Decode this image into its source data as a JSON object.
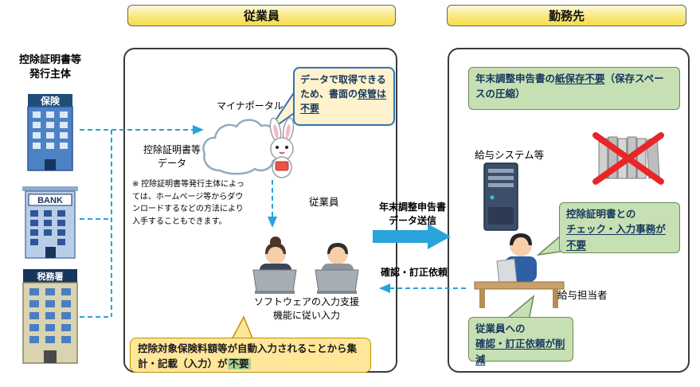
{
  "headers": {
    "employee": "従業員",
    "workplace": "勤務先"
  },
  "issuers": {
    "title_line1": "控除証明書等",
    "title_line2": "発行主体",
    "buildings": [
      {
        "label": "保険"
      },
      {
        "label": "BANK"
      },
      {
        "label": "税務署"
      }
    ]
  },
  "employee_panel": {
    "bubble_pre": "データで取得できるため、書面の",
    "bubble_underline": "保管は不要",
    "mynaportal_label": "マイナポータル",
    "cert_data_line1": "控除証明書等",
    "cert_data_line2": "データ",
    "note": "※ 控除証明書等発行主体によっては、ホームページ等からダウンロードするなどの方法により入手することもできます。",
    "employee_label": "従業員",
    "software_caption_line1": "ソフトウェアの入力支援",
    "software_caption_line2": "機能に従い入力",
    "callout_pre": "控除対象保険料額等が自動入力されることから集計・記載（入力）が",
    "callout_highlight": "不要"
  },
  "flow": {
    "send_line1": "年末調整申告書",
    "send_line2": "データ送信",
    "request_label": "確認・訂正依頼"
  },
  "workplace_panel": {
    "paper_pre": "年末調整申告書の",
    "paper_underline": "紙保存不要",
    "paper_post": "（保存スペースの圧縮）",
    "system_label": "給与システム等",
    "check_pre": "控除証明書との",
    "check_underline": "チェック・入力事務が不要",
    "staff_label": "給与担当者",
    "reduce_pre": "従業員への",
    "reduce_underline": "確認・訂正依頼が削減"
  },
  "colors": {
    "flow_blue": "#29a3dc",
    "green_box": "#c6e0b4",
    "yellow_callout": "#ffe699",
    "bubble_yellow": "#fff2cc",
    "header_yellow": "#f4dc4b",
    "alert_red": "#e8262a"
  }
}
